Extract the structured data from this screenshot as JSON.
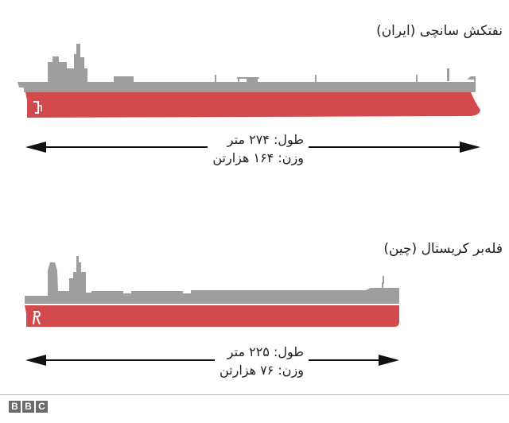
{
  "colors": {
    "hull_red": "#d24a4e",
    "superstructure_gray": "#9e9e9e",
    "arrow": "#111111",
    "divider": "#b5b5b5",
    "logo_bg": "#6b6b6b"
  },
  "ships": [
    {
      "name": "نفتکش سانچی (ایران)",
      "length": "طول: ۲۷۴ متر",
      "weight": "وزن: ۱۶۴ هزارتن"
    },
    {
      "name": "فله‌بر کریستال (چین)",
      "length": "طول: ۲۲۵ متر",
      "weight": "وزن: ۷۶ هزارتن"
    }
  ],
  "footer": {
    "logo_letters": [
      "B",
      "B",
      "C"
    ]
  }
}
